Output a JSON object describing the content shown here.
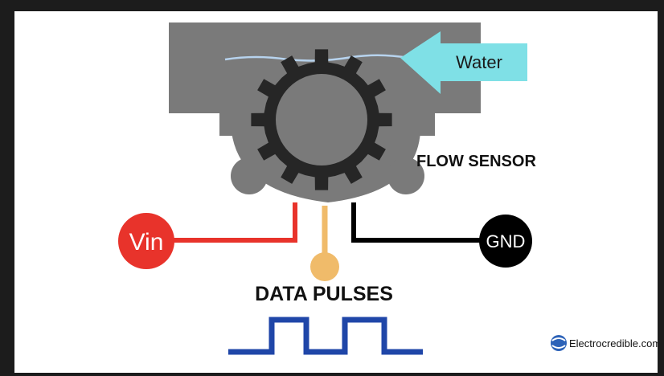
{
  "diagram": {
    "title": "FLOW SENSOR",
    "water_label": "Water",
    "vin_label": "Vin",
    "gnd_label": "GND",
    "data_label": "DATA PULSES",
    "brand": "Electrocredible.com"
  },
  "colors": {
    "background": "#ffffff",
    "frame": "#1c1c1c",
    "housing": "#7a7a7a",
    "gear": "#262626",
    "water_arrow": "#7fe0e6",
    "vin": "#e8332b",
    "gnd": "#000000",
    "signal": "#f0bb6a",
    "pulse": "#1f46a8",
    "brand_logo": "#2c62b8"
  }
}
